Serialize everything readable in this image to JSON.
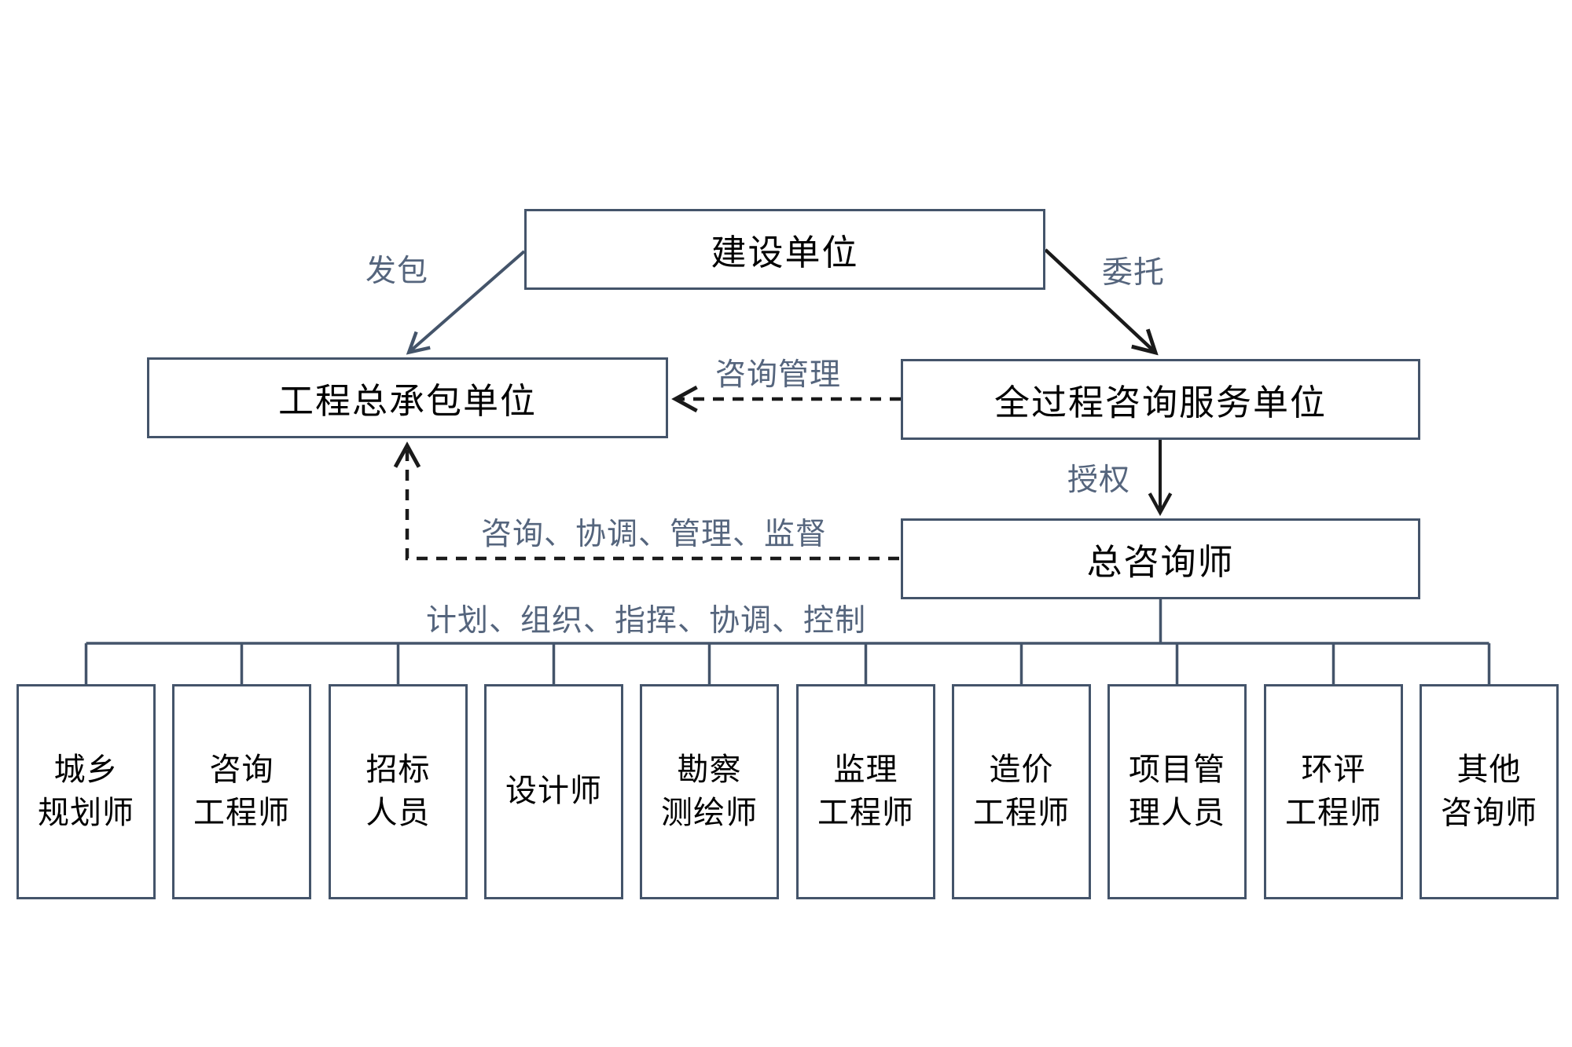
{
  "diagram": {
    "title_note": "",
    "nodes": {
      "owner": "建设单位",
      "epc": "工程总承包单位",
      "consulting": "全过程咨询服务单位",
      "chief": "总咨询师"
    },
    "edges": {
      "fabao": "发包",
      "weituo": "委托",
      "zixun_guanli": "咨询管理",
      "shouquan": "授权",
      "services": "咨询、协调、管理、监督",
      "functions": "计划、组织、指挥、协调、控制"
    },
    "roles": [
      "城乡\n规划师",
      "咨询\n工程师",
      "招标\n人员",
      "设计师",
      "勘察\n测绘师",
      "监理\n工程师",
      "造价\n工程师",
      "项目管\n理人员",
      "环评\n工程师",
      "其他\n咨询师"
    ]
  },
  "colors": {
    "border": "#44546A",
    "tree_line": "#44546A",
    "slate_arrow": "#44546A",
    "black_arrow": "#1a1a1a",
    "label_text": "#55657D",
    "node_text": "#000000",
    "background": "#ffffff"
  }
}
